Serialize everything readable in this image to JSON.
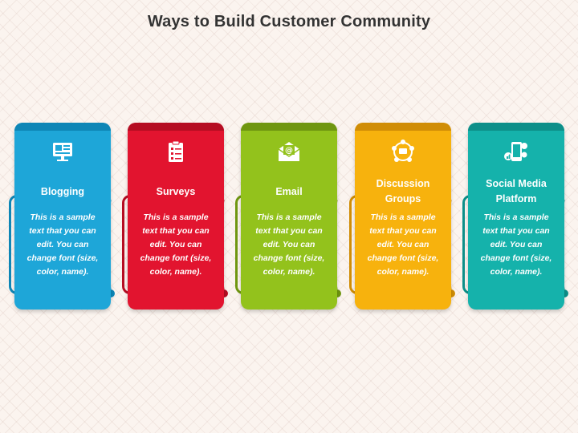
{
  "title": "Ways to Build Customer Community",
  "cards": [
    {
      "title": "Blogging",
      "icon": "blog-icon",
      "color": "#1ea6d8",
      "dark": "#0e86b6",
      "text": "This is a sample text that you can edit. You can change font (size, color, name)."
    },
    {
      "title": "Surveys",
      "icon": "survey-clipboard-icon",
      "color": "#e2142f",
      "dark": "#b50d22",
      "text": "This is a sample text that you can edit. You can change font (size, color, name)."
    },
    {
      "title": "Email",
      "icon": "email-envelope-icon",
      "color": "#93c21c",
      "dark": "#6f9610",
      "text": "This is a sample text that you can edit. You can change font (size, color, name)."
    },
    {
      "title": "Discussion Groups",
      "icon": "discussion-group-icon",
      "color": "#f7b20d",
      "dark": "#d08d06",
      "text": "This is a sample text that you can edit. You can change font (size, color, name)."
    },
    {
      "title": "Social Media Platform",
      "icon": "social-media-icon",
      "color": "#15b2ab",
      "dark": "#0d8f89",
      "text": "This is a sample text that you can edit. You can change font (size, color, name)."
    }
  ]
}
